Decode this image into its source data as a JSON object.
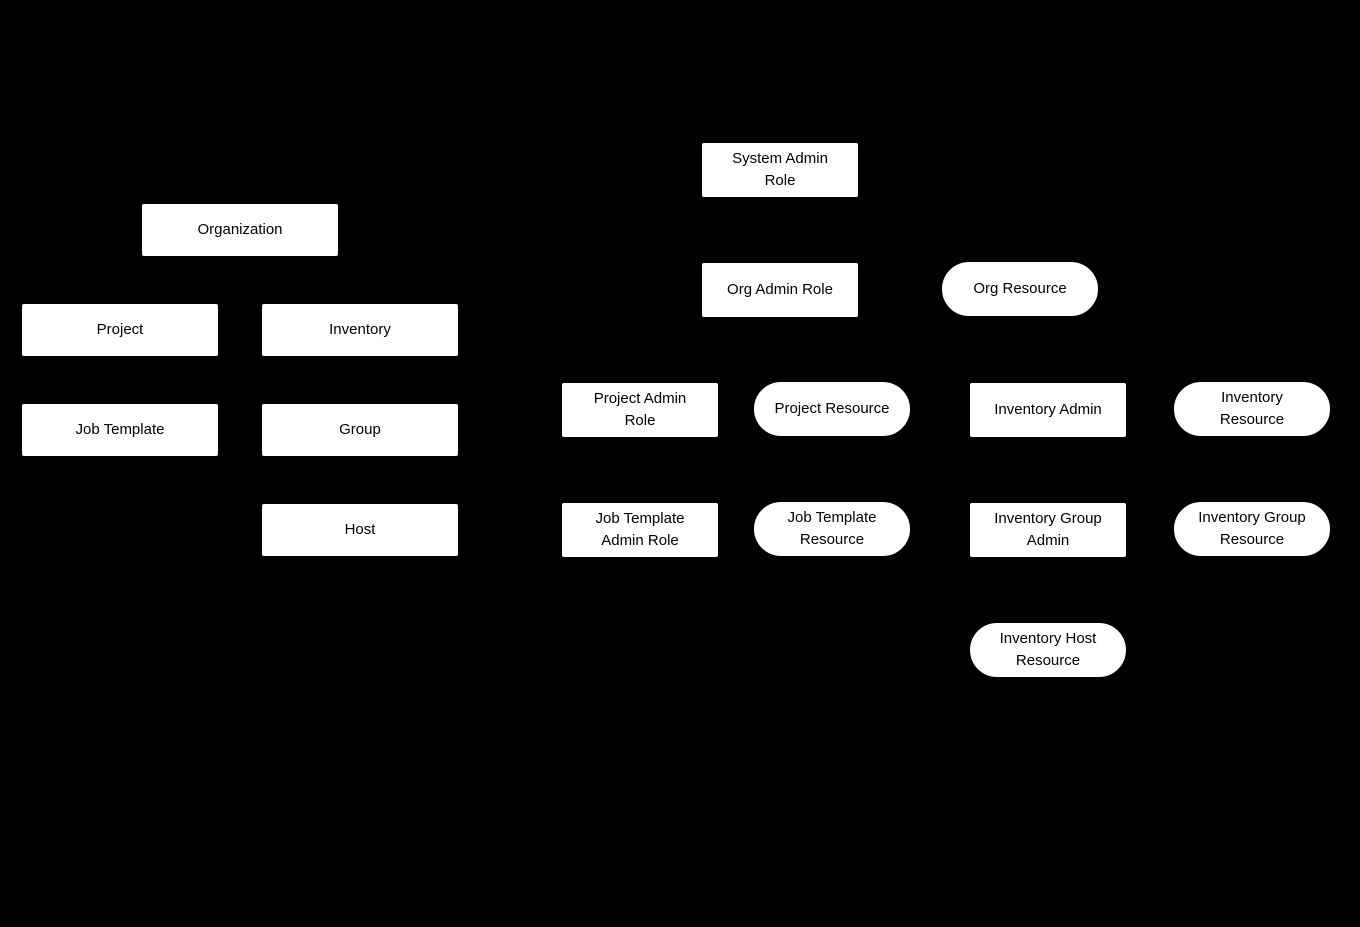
{
  "diagram": {
    "colors": {
      "background": "#000000",
      "node_fill": "#ffffff",
      "node_text": "#000000"
    },
    "nodes": {
      "organization": {
        "label": "Organization",
        "shape": "rect"
      },
      "project": {
        "label": "Project",
        "shape": "rect"
      },
      "inventory": {
        "label": "Inventory",
        "shape": "rect"
      },
      "job_template": {
        "label": "Job Template",
        "shape": "rect"
      },
      "group": {
        "label": "Group",
        "shape": "rect"
      },
      "host": {
        "label": "Host",
        "shape": "rect"
      },
      "system_admin_role": {
        "label": "System Admin\nRole",
        "shape": "rect"
      },
      "org_admin_role": {
        "label": "Org Admin Role",
        "shape": "rect"
      },
      "org_resource": {
        "label": "Org Resource",
        "shape": "rounded"
      },
      "project_admin_role": {
        "label": "Project Admin\nRole",
        "shape": "rect"
      },
      "project_resource": {
        "label": "Project Resource",
        "shape": "rounded"
      },
      "inventory_admin": {
        "label": "Inventory Admin",
        "shape": "rect"
      },
      "inventory_resource": {
        "label": "Inventory\nResource",
        "shape": "rounded"
      },
      "job_template_admin_role": {
        "label": "Job Template\nAdmin Role",
        "shape": "rect"
      },
      "job_template_resource": {
        "label": "Job Template\nResource",
        "shape": "rounded"
      },
      "inventory_group_admin": {
        "label": "Inventory Group\nAdmin",
        "shape": "rect"
      },
      "inventory_group_resource": {
        "label": "Inventory Group\nResource",
        "shape": "rounded"
      },
      "inventory_host_resource": {
        "label": "Inventory Host\nResource",
        "shape": "rounded"
      }
    }
  }
}
